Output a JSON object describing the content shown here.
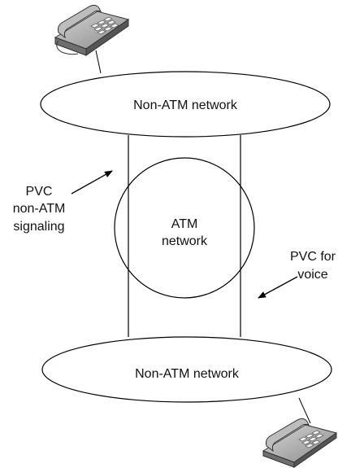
{
  "diagram": {
    "top_network_label": "Non-ATM network",
    "bottom_network_label": "Non-ATM network",
    "core_network_label_line1": "ATM",
    "core_network_label_line2": "network",
    "pvc_signaling_line1": "PVC",
    "pvc_signaling_line2": "non-ATM",
    "pvc_signaling_line3": "signaling",
    "pvc_voice_line1": "PVC for",
    "pvc_voice_line2": "voice",
    "top_device_icon": "telephone-icon",
    "bottom_device_icon": "telephone-icon"
  }
}
